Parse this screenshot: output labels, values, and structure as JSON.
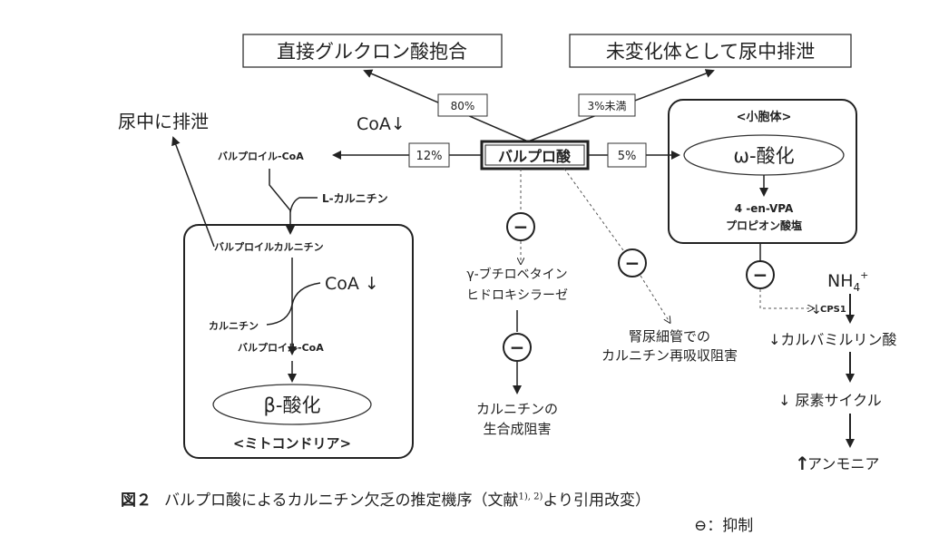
{
  "diagram": {
    "center_drug": "バルプロ酸",
    "outputs": {
      "glucuronidation": "直接グルクロン酸抱合",
      "unchanged_excretion": "未変化体として尿中排泄",
      "urinary_excretion": "尿中に排泄"
    },
    "percentages": {
      "glucuronidation": "80%",
      "unchanged": "3%未満",
      "coa_pathway": "12%",
      "microsome": "5%"
    },
    "coa_top": "CoA↓",
    "valproyl_coa_top": "バルプロイル-CoA",
    "l_carnitine": "L-カルニチン",
    "mitochondria": {
      "valproyl_carnitine": "バルプロイルカルニチン",
      "coa": "CoA ↓",
      "carnitine": "カルニチン",
      "valproyl_coa": "バルプロイル-CoA",
      "beta_oxidation": "β-酸化",
      "title": "<ミトコンドリア>"
    },
    "microsome": {
      "title": "<小胞体>",
      "omega_oxidation": "ω-酸化",
      "metabolite_line1": "4 -en-VPA",
      "metabolite_line2": "プロピオン酸塩"
    },
    "inhibit_symbol": "−",
    "enzyme": {
      "line1": "γ-ブチロベタイン",
      "line2": "ヒドロキシラーゼ"
    },
    "carnitine_synthesis": {
      "line1": "カルニチンの",
      "line2": "生合成阻害"
    },
    "renal": {
      "line1": "腎尿細管での",
      "line2": "カルニチン再吸収阻害"
    },
    "ammonia_path": {
      "nh4": "NH",
      "nh4_sub": "4",
      "nh4_sup": "+",
      "cps1": "CPS1",
      "carbamoyl": "↓カルバミルリン酸",
      "urea_cycle": "↓ 尿素サイクル",
      "ammonia": "アンモニア",
      "up_arrow": "↑",
      "cps1_arrow": "↓"
    }
  },
  "caption": {
    "figure_number": "図２",
    "text": "バルプロ酸によるカルニチン欠乏の推定機序（文献",
    "refs": "1), 2)",
    "text_after": "より引用改変）",
    "legend": "⊖：抑制"
  }
}
